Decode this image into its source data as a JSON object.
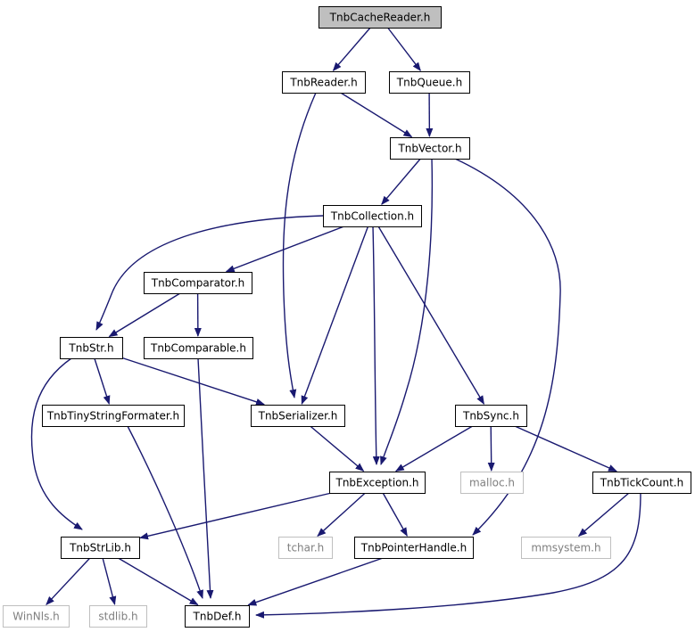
{
  "colors": {
    "edge": "#191970",
    "node_border": "#000000",
    "external_border": "#bfbfbf",
    "root_fill": "#bfbfbf",
    "node_fill": "#ffffff",
    "label": "#000000",
    "external_label": "#7f7f7f"
  },
  "nodes": {
    "cache_reader": {
      "label": "TnbCacheReader.h",
      "kind": "root"
    },
    "reader": {
      "label": "TnbReader.h",
      "kind": "file"
    },
    "queue": {
      "label": "TnbQueue.h",
      "kind": "file"
    },
    "vector": {
      "label": "TnbVector.h",
      "kind": "file"
    },
    "collection": {
      "label": "TnbCollection.h",
      "kind": "file"
    },
    "comparator": {
      "label": "TnbComparator.h",
      "kind": "file"
    },
    "str": {
      "label": "TnbStr.h",
      "kind": "file"
    },
    "comparable": {
      "label": "TnbComparable.h",
      "kind": "file"
    },
    "tiny": {
      "label": "TnbTinyStringFormater.h",
      "kind": "file"
    },
    "serializer": {
      "label": "TnbSerializer.h",
      "kind": "file"
    },
    "sync": {
      "label": "TnbSync.h",
      "kind": "file"
    },
    "exception": {
      "label": "TnbException.h",
      "kind": "file"
    },
    "malloc": {
      "label": "malloc.h",
      "kind": "external"
    },
    "tick": {
      "label": "TnbTickCount.h",
      "kind": "file"
    },
    "strlib": {
      "label": "TnbStrLib.h",
      "kind": "file"
    },
    "tchar": {
      "label": "tchar.h",
      "kind": "external"
    },
    "pointer": {
      "label": "TnbPointerHandle.h",
      "kind": "file"
    },
    "mmsystem": {
      "label": "mmsystem.h",
      "kind": "external"
    },
    "winnls": {
      "label": "WinNls.h",
      "kind": "external"
    },
    "stdlib": {
      "label": "stdlib.h",
      "kind": "external"
    },
    "def": {
      "label": "TnbDef.h",
      "kind": "file"
    }
  },
  "edges": [
    [
      "cache_reader",
      "reader"
    ],
    [
      "cache_reader",
      "queue"
    ],
    [
      "reader",
      "vector"
    ],
    [
      "reader",
      "serializer"
    ],
    [
      "queue",
      "vector"
    ],
    [
      "vector",
      "collection"
    ],
    [
      "vector",
      "exception"
    ],
    [
      "vector",
      "pointer"
    ],
    [
      "collection",
      "comparator"
    ],
    [
      "collection",
      "str"
    ],
    [
      "collection",
      "serializer"
    ],
    [
      "collection",
      "exception"
    ],
    [
      "collection",
      "sync"
    ],
    [
      "comparator",
      "str"
    ],
    [
      "comparator",
      "comparable"
    ],
    [
      "str",
      "tiny"
    ],
    [
      "str",
      "serializer"
    ],
    [
      "str",
      "strlib"
    ],
    [
      "comparable",
      "def"
    ],
    [
      "tiny",
      "def"
    ],
    [
      "serializer",
      "exception"
    ],
    [
      "sync",
      "exception"
    ],
    [
      "sync",
      "malloc"
    ],
    [
      "sync",
      "tick"
    ],
    [
      "exception",
      "strlib"
    ],
    [
      "exception",
      "tchar"
    ],
    [
      "exception",
      "pointer"
    ],
    [
      "tick",
      "mmsystem"
    ],
    [
      "tick",
      "def"
    ],
    [
      "strlib",
      "winnls"
    ],
    [
      "strlib",
      "stdlib"
    ],
    [
      "strlib",
      "def"
    ],
    [
      "pointer",
      "def"
    ]
  ]
}
